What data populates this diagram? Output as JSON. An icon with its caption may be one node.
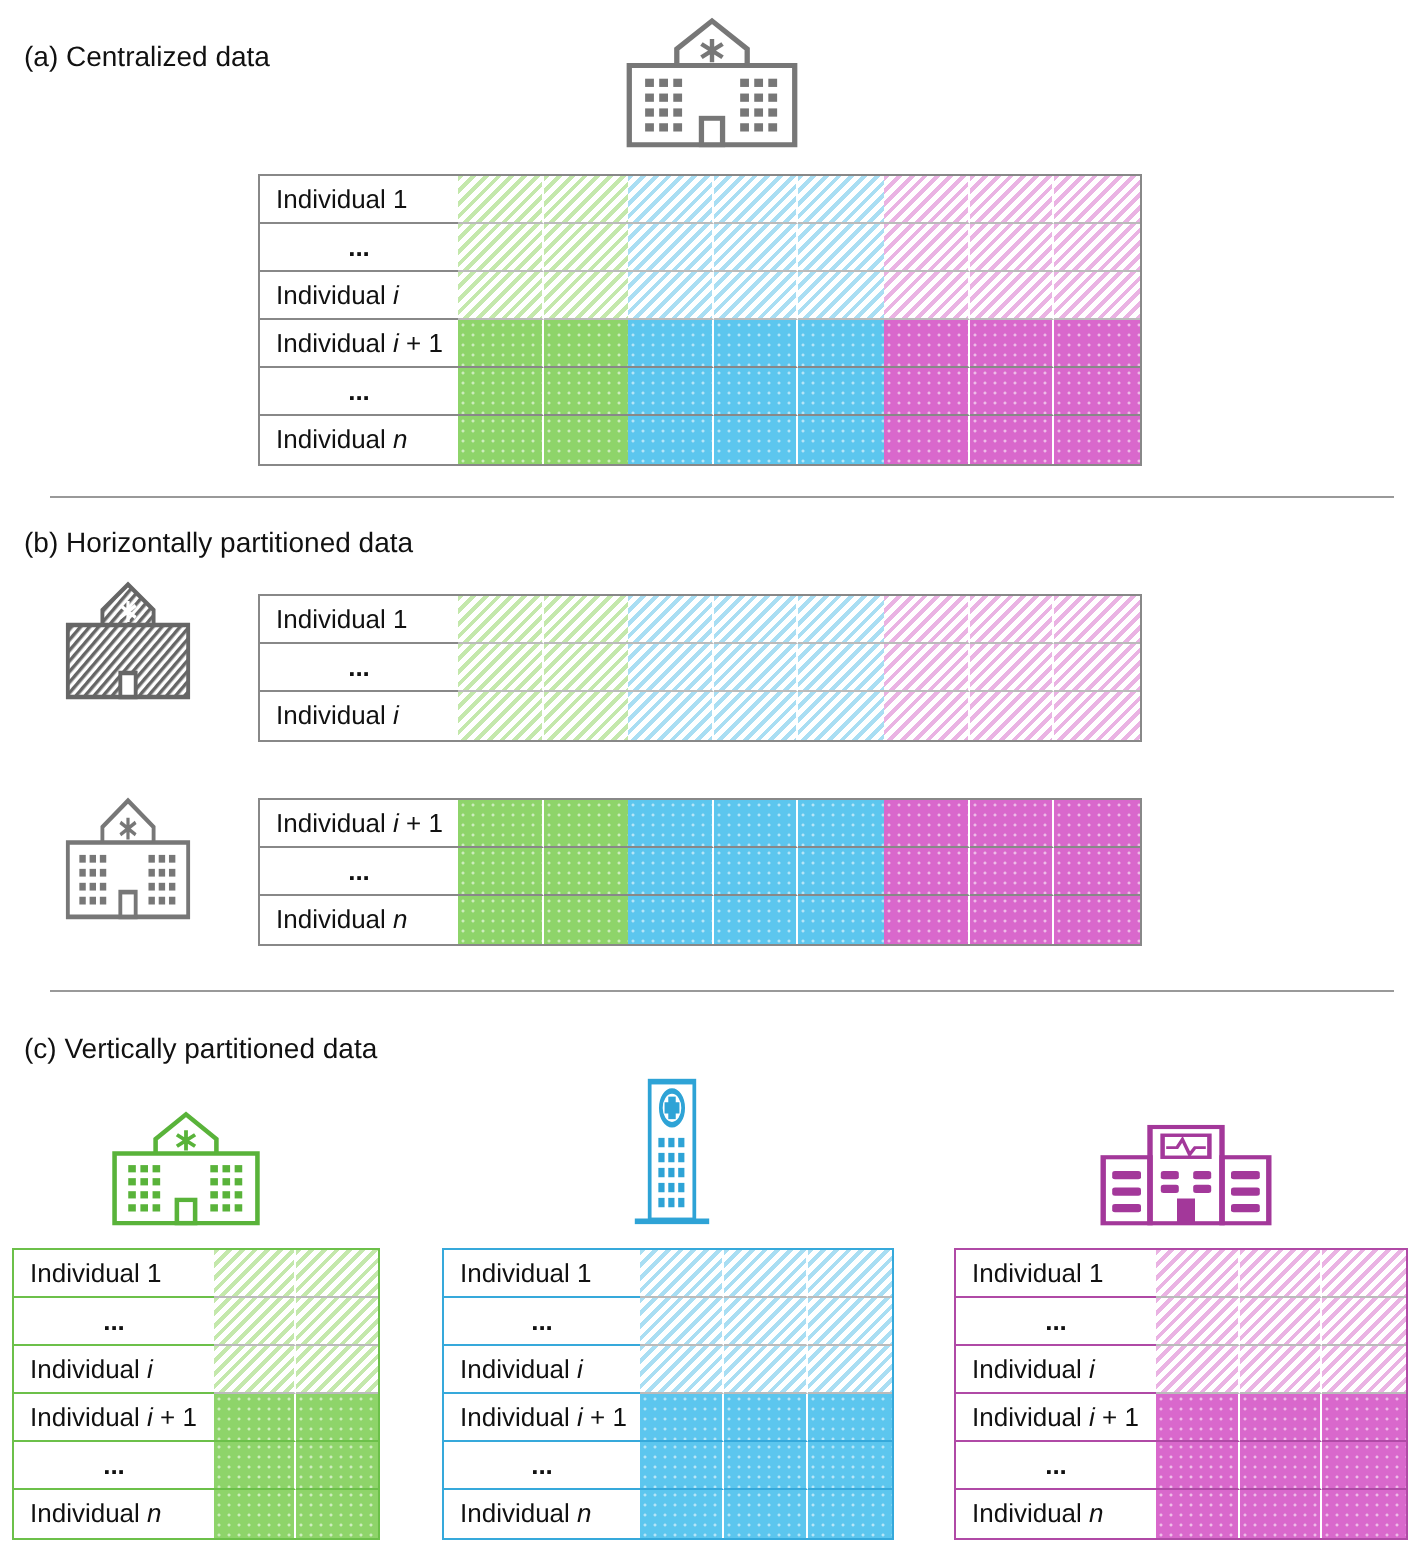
{
  "diagram": {
    "labels": [
      "(a) Centralized data",
      "Individual 1",
      "...",
      "Individual *i*",
      "Individual *i* + 1",
      "...",
      "Individual *n*",
      "(b) Horizontally partitioned data",
      "Individual 1",
      "...",
      "Individual *i*",
      "Individual *i* + 1",
      "...",
      "Individual *n*",
      "(c) Vertically partitioned data",
      "Individual 1",
      "...",
      "Individual *i*",
      "Individual *i* + 1",
      "...",
      "Individual *n*",
      "Individual 1",
      "...",
      "Individual *i*",
      "Individual *i* + 1",
      "...",
      "Individual *n*",
      "Individual 1",
      "...",
      "Individual *i*",
      "Individual *i* + 1",
      "...",
      "Individual *n*"
    ]
  }
}
